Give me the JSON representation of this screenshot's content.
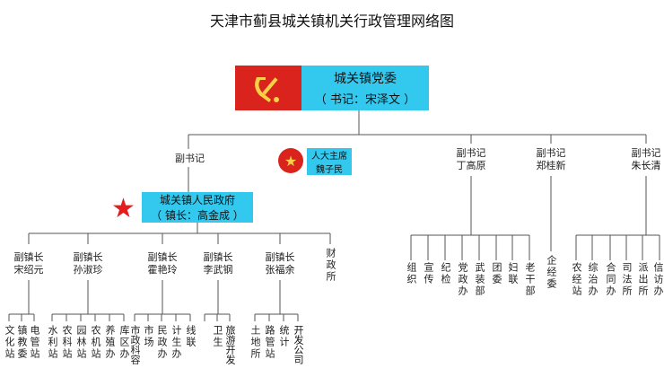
{
  "title": "天津市蓟县城关镇机关行政管理网络图",
  "party": {
    "name": "城关镇党委",
    "secretary": "（ 书记：宋泽文 ）"
  },
  "government": {
    "name": "城关镇人民政府",
    "mayor": "（ 镇长：高金成 ）"
  },
  "npc": {
    "title": "人大主席",
    "name": "魏子民"
  },
  "deputy_secretaries": {
    "left": {
      "title": "副书记",
      "name": ""
    },
    "d1": {
      "title": "副书记",
      "name": "丁高原"
    },
    "d2": {
      "title": "副书记",
      "name": "郑桂新"
    },
    "d3": {
      "title": "副书记",
      "name": "朱长清"
    }
  },
  "vice_mayors": [
    {
      "title": "副镇长",
      "name": "宋绍元"
    },
    {
      "title": "副镇长",
      "name": "孙淑珍"
    },
    {
      "title": "副镇长",
      "name": "霍艳玲"
    },
    {
      "title": "副镇长",
      "name": "李武钢"
    },
    {
      "title": "副镇长",
      "name": "张福余"
    }
  ],
  "finance_office": "财政所",
  "party_depts": [
    "组织",
    "宣传",
    "纪检",
    "党政办",
    "武装部",
    "团委",
    "妇联",
    "老干部"
  ],
  "enterprise_committee": "企经委",
  "d3_depts": [
    "农经站",
    "综治办",
    "合同办",
    "司法所",
    "派出所",
    "信访办"
  ],
  "vm1_depts": [
    "文化站",
    "镇教委",
    "电管站"
  ],
  "vm2_depts": [
    "水利站",
    "农科站",
    "园林站",
    "农机站",
    "养殖办",
    "库区办"
  ],
  "vm3_depts": [
    "市政科容",
    "市场",
    "民政办",
    "计生办"
  ],
  "vm4_depts": [
    "线联",
    "卫生",
    "旅游开发"
  ],
  "vm5_depts": [
    "土地所",
    "路管站",
    "统计",
    "开发公司"
  ]
}
